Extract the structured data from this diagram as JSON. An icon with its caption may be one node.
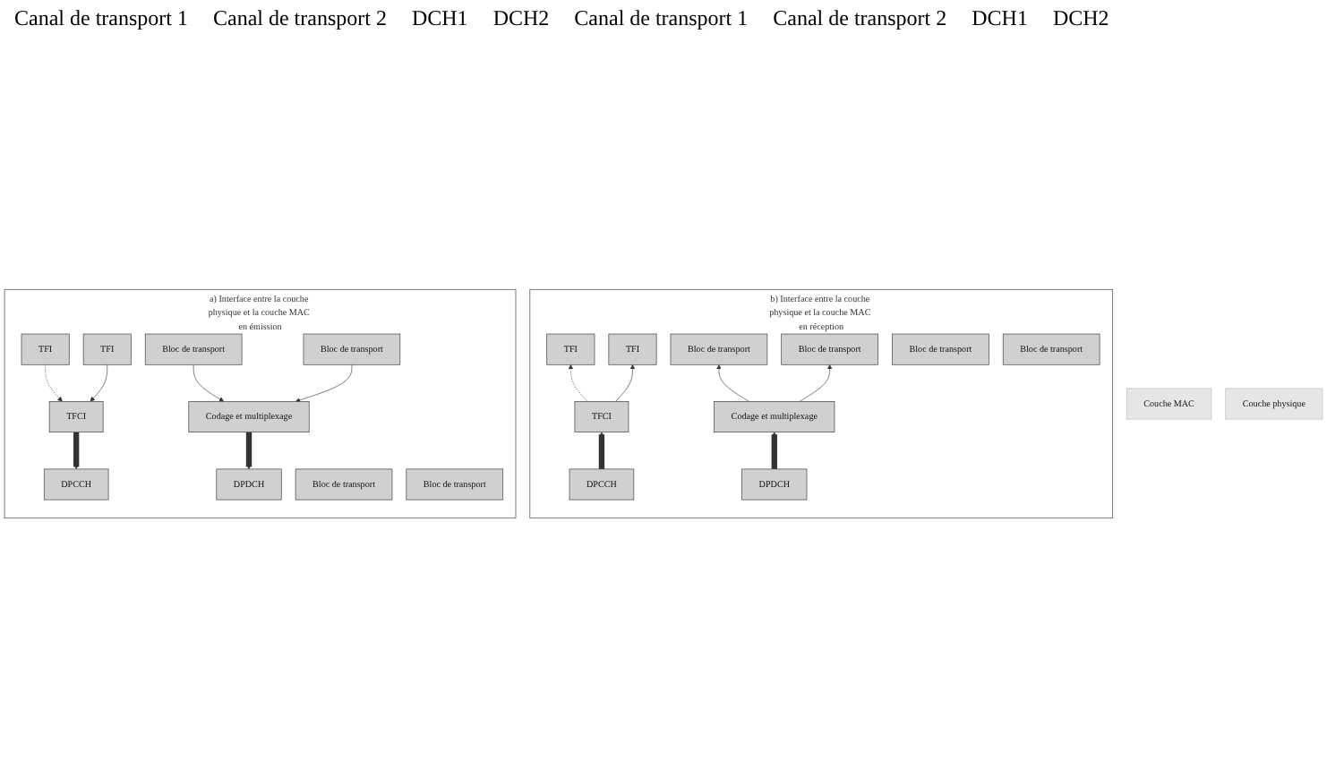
{
  "diagram": {
    "nodes": [
      {
        "text": [
          "a) Interface entre la couche physique et la couche MAC en émission"
        ]
      },
      {
        "text": [
          "TFI"
        ],
        "in": 0
      },
      {
        "text": [
          "Bloc de transport"
        ],
        "in": 0
      },
      {
        "text": [
          "Bloc de transport"
        ],
        "in": 0
      },
      {
        "text": [
          "TFI"
        ],
        "in": 0
      },
      {
        "text": [
          "Bloc de transport"
        ],
        "in": 0
      },
      {
        "text": [
          "Bloc de transport"
        ],
        "in": 0
      },
      {
        "text": [
          "TFCI"
        ],
        "in": 0
      },
      {
        "text": [
          "Codage et multiplexage"
        ],
        "in": 0
      },
      {
        "text": [
          "DPCCH"
        ],
        "in": 0
      },
      {
        "text": [
          "DPDCH"
        ],
        "in": 0
      },
      {
        "text": [
          "b) Interface entre la couche physique et la couche MAC en réception"
        ]
      },
      {
        "text": [
          "TFI"
        ],
        "in": 11
      },
      {
        "text": [
          "Bloc de transport"
        ],
        "in": 11
      },
      {
        "text": [
          "Bloc de transport"
        ],
        "in": 11
      },
      {
        "text": [
          "TFI"
        ],
        "in": 11
      },
      {
        "text": [
          "Bloc de transport"
        ],
        "in": 11
      },
      {
        "text": [
          "Bloc de transport"
        ],
        "in": 11
      },
      {
        "text": [
          "TFCI"
        ],
        "in": 11
      },
      {
        "text": [
          "Codage et multiplexage"
        ],
        "in": 11
      },
      {
        "text": [
          "DPCCH"
        ],
        "in": 11
      },
      {
        "text": [
          "DPDCH"
        ],
        "in": 11
      },
      {
        "text": [
          "Couche MAC"
        ]
      },
      {
        "text": [
          "Couche physique"
        ]
      }
    ],
    "edges": [
      {
        "from": 1,
        "to": 7,
        "arrow": "to",
        "style": "dashed"
      },
      {
        "from": 3,
        "to": 8,
        "arrow": "to"
      },
      {
        "from": 4,
        "to": 7,
        "arrow": "to"
      },
      {
        "from": 6,
        "to": 8,
        "arrow": "to"
      },
      {
        "from": 7,
        "to": 9,
        "arrow": "to",
        "style": "thick"
      },
      {
        "from": 8,
        "to": 10,
        "arrow": "to",
        "style": "thick"
      },
      {
        "from": 18,
        "to": 12,
        "arrow": "to",
        "style": "dashed"
      },
      {
        "from": 19,
        "to": 14,
        "arrow": "to"
      },
      {
        "from": 18,
        "to": 15,
        "arrow": "to"
      },
      {
        "from": 19,
        "to": 17,
        "arrow": "to"
      },
      {
        "from": 20,
        "to": 18,
        "arrow": "to",
        "style": "thick"
      },
      {
        "from": 21,
        "to": 19,
        "arrow": "to",
        "style": "thick"
      }
    ],
    "labels": [
      "Canal de transport 1",
      "Canal de transport 2",
      "DCH1",
      "DCH2",
      "Canal de transport 1",
      "Canal de transport 2",
      "DCH1",
      "DCH2"
    ]
  }
}
